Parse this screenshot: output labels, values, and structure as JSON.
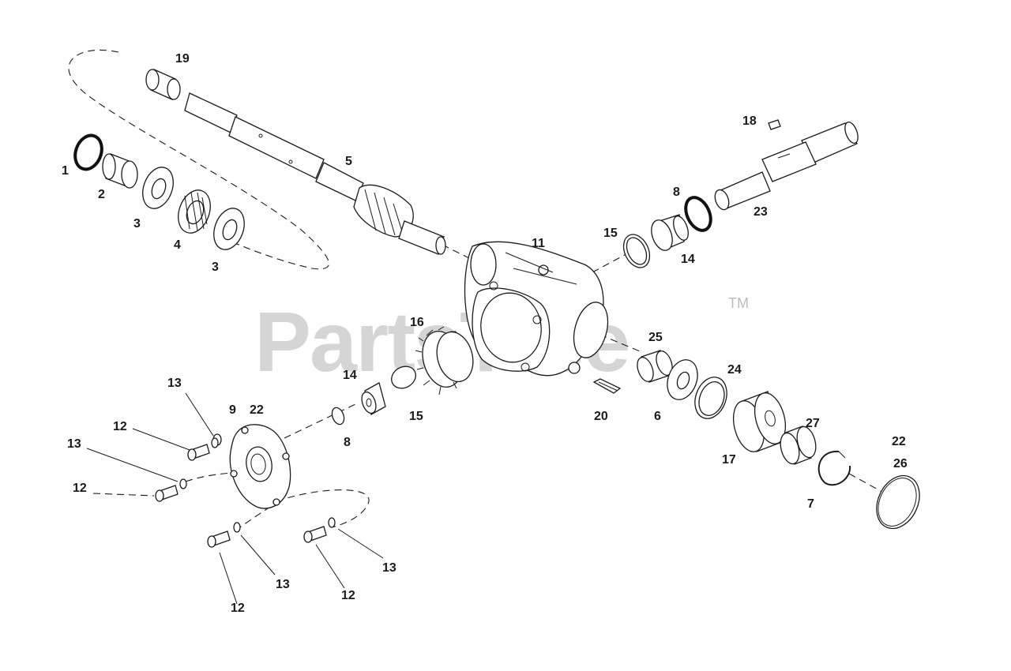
{
  "watermark": {
    "brand": "PartsTree",
    "mark": "TM"
  },
  "callouts": {
    "c1": "1",
    "c2": "2",
    "c3a": "3",
    "c3b": "3",
    "c4": "4",
    "c5": "5",
    "c6": "6",
    "c7": "7",
    "c8a": "8",
    "c8b": "8",
    "c9": "9",
    "c11": "11",
    "c12a": "12",
    "c12b": "12",
    "c12c": "12",
    "c12d": "12",
    "c13a": "13",
    "c13b": "13",
    "c13c": "13",
    "c13d": "13",
    "c14a": "14",
    "c14b": "14",
    "c15a": "15",
    "c15b": "15",
    "c16": "16",
    "c17": "17",
    "c18": "18",
    "c19": "19",
    "c20": "20",
    "c22a": "22",
    "c22b": "22",
    "c23": "23",
    "c24": "24",
    "c25": "25",
    "c26": "26",
    "c27": "27"
  }
}
